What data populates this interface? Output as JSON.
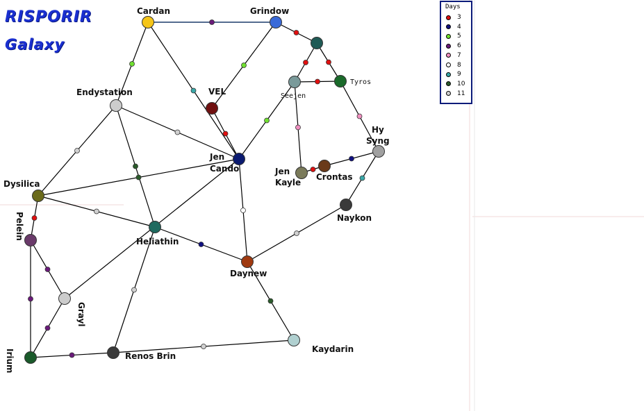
{
  "title": {
    "line1": "RISPORIR",
    "line2": "Galaxy"
  },
  "legend": {
    "title": "Days",
    "items": [
      {
        "days": "3",
        "color": "#e01010"
      },
      {
        "days": "4",
        "color": "#101080"
      },
      {
        "days": "5",
        "color": "#70e030"
      },
      {
        "days": "6",
        "color": "#6a1a7a"
      },
      {
        "days": "7",
        "color": "#f090c0"
      },
      {
        "days": "8",
        "color": "#ffffff"
      },
      {
        "days": "9",
        "color": "#3aa8a8"
      },
      {
        "days": "10",
        "color": "#2a5a2a"
      },
      {
        "days": "11",
        "color": "#d0d0d0"
      }
    ]
  },
  "systems": [
    {
      "id": "cardan",
      "name": "Cardan",
      "color": "#f5c518"
    },
    {
      "id": "grindow",
      "name": "Grindow",
      "color": "#3a6ad8"
    },
    {
      "id": "tealnode",
      "name": "",
      "color": "#1f5a55"
    },
    {
      "id": "seejen",
      "name": "Seejen",
      "color": "#7a9a9a"
    },
    {
      "id": "tyros",
      "name": "Tyros",
      "color": "#1a6a2a"
    },
    {
      "id": "vel",
      "name": "VEL",
      "color": "#701010"
    },
    {
      "id": "endystation",
      "name": "Endystation",
      "color": "#cccccc"
    },
    {
      "id": "hysyng",
      "name": "Hy Syng",
      "color": "#a0a0a0"
    },
    {
      "id": "jencando",
      "name": "Jen Cando",
      "color": "#0a1a70"
    },
    {
      "id": "jenkayle",
      "name": "Jen Kayle",
      "color": "#7a7a5a"
    },
    {
      "id": "crontas",
      "name": "Crontas",
      "color": "#6a3a1a"
    },
    {
      "id": "dysilica",
      "name": "Dysilica",
      "color": "#6a6a1a"
    },
    {
      "id": "naykon",
      "name": "Naykon",
      "color": "#3a3a3a"
    },
    {
      "id": "pelein",
      "name": "Pelein",
      "color": "#6a3a6a"
    },
    {
      "id": "heliathin",
      "name": "Heliathin",
      "color": "#1f6a5f"
    },
    {
      "id": "daynew",
      "name": "Daynew",
      "color": "#a03a10"
    },
    {
      "id": "grayl",
      "name": "Grayl",
      "color": "#cccccc"
    },
    {
      "id": "kaydarin",
      "name": "Kaydarin",
      "color": "#b0d0d0"
    },
    {
      "id": "renosbrin",
      "name": "Renos Brin",
      "color": "#3a3a3a"
    },
    {
      "id": "irium",
      "name": "Irium",
      "color": "#1a5a2a"
    }
  ],
  "routes": [
    {
      "from": "cardan",
      "to": "grindow",
      "days": "6"
    },
    {
      "from": "cardan",
      "to": "endystation",
      "days": "5"
    },
    {
      "from": "cardan",
      "to": "jencando",
      "days": "9"
    },
    {
      "from": "grindow",
      "to": "vel",
      "days": "5"
    },
    {
      "from": "grindow",
      "to": "tealnode",
      "days": "3"
    },
    {
      "from": "tealnode",
      "to": "seejen",
      "days": "3"
    },
    {
      "from": "tealnode",
      "to": "tyros",
      "days": "3"
    },
    {
      "from": "seejen",
      "to": "tyros",
      "days": "3"
    },
    {
      "from": "seejen",
      "to": "jencando",
      "days": "5"
    },
    {
      "from": "seejen",
      "to": "jenkayle",
      "days": "7"
    },
    {
      "from": "tyros",
      "to": "hysyng",
      "days": "7"
    },
    {
      "from": "vel",
      "to": "jencando",
      "days": "3"
    },
    {
      "from": "endystation",
      "to": "jencando",
      "days": "11"
    },
    {
      "from": "endystation",
      "to": "dysilica",
      "days": "11"
    },
    {
      "from": "endystation",
      "to": "heliathin",
      "days": "10"
    },
    {
      "from": "jenkayle",
      "to": "crontas",
      "days": "3"
    },
    {
      "from": "crontas",
      "to": "hysyng",
      "days": "4"
    },
    {
      "from": "hysyng",
      "to": "naykon",
      "days": "9"
    },
    {
      "from": "dysilica",
      "to": "jencando",
      "days": "10"
    },
    {
      "from": "dysilica",
      "to": "heliathin",
      "days": "11"
    },
    {
      "from": "dysilica",
      "to": "pelein",
      "days": "3"
    },
    {
      "from": "jencando",
      "to": "daynew",
      "days": "8"
    },
    {
      "from": "jencando",
      "to": "grayl",
      "days": "6"
    },
    {
      "from": "heliathin",
      "to": "daynew",
      "days": "4"
    },
    {
      "from": "heliathin",
      "to": "renosbrin",
      "days": "11"
    },
    {
      "from": "naykon",
      "to": "daynew",
      "days": "11"
    },
    {
      "from": "daynew",
      "to": "kaydarin",
      "days": "10"
    },
    {
      "from": "pelein",
      "to": "grayl",
      "days": "6"
    },
    {
      "from": "pelein",
      "to": "irium",
      "days": "6"
    },
    {
      "from": "grayl",
      "to": "irium",
      "days": "6"
    },
    {
      "from": "irium",
      "to": "renosbrin",
      "days": "6"
    },
    {
      "from": "renosbrin",
      "to": "kaydarin",
      "days": "11"
    }
  ]
}
